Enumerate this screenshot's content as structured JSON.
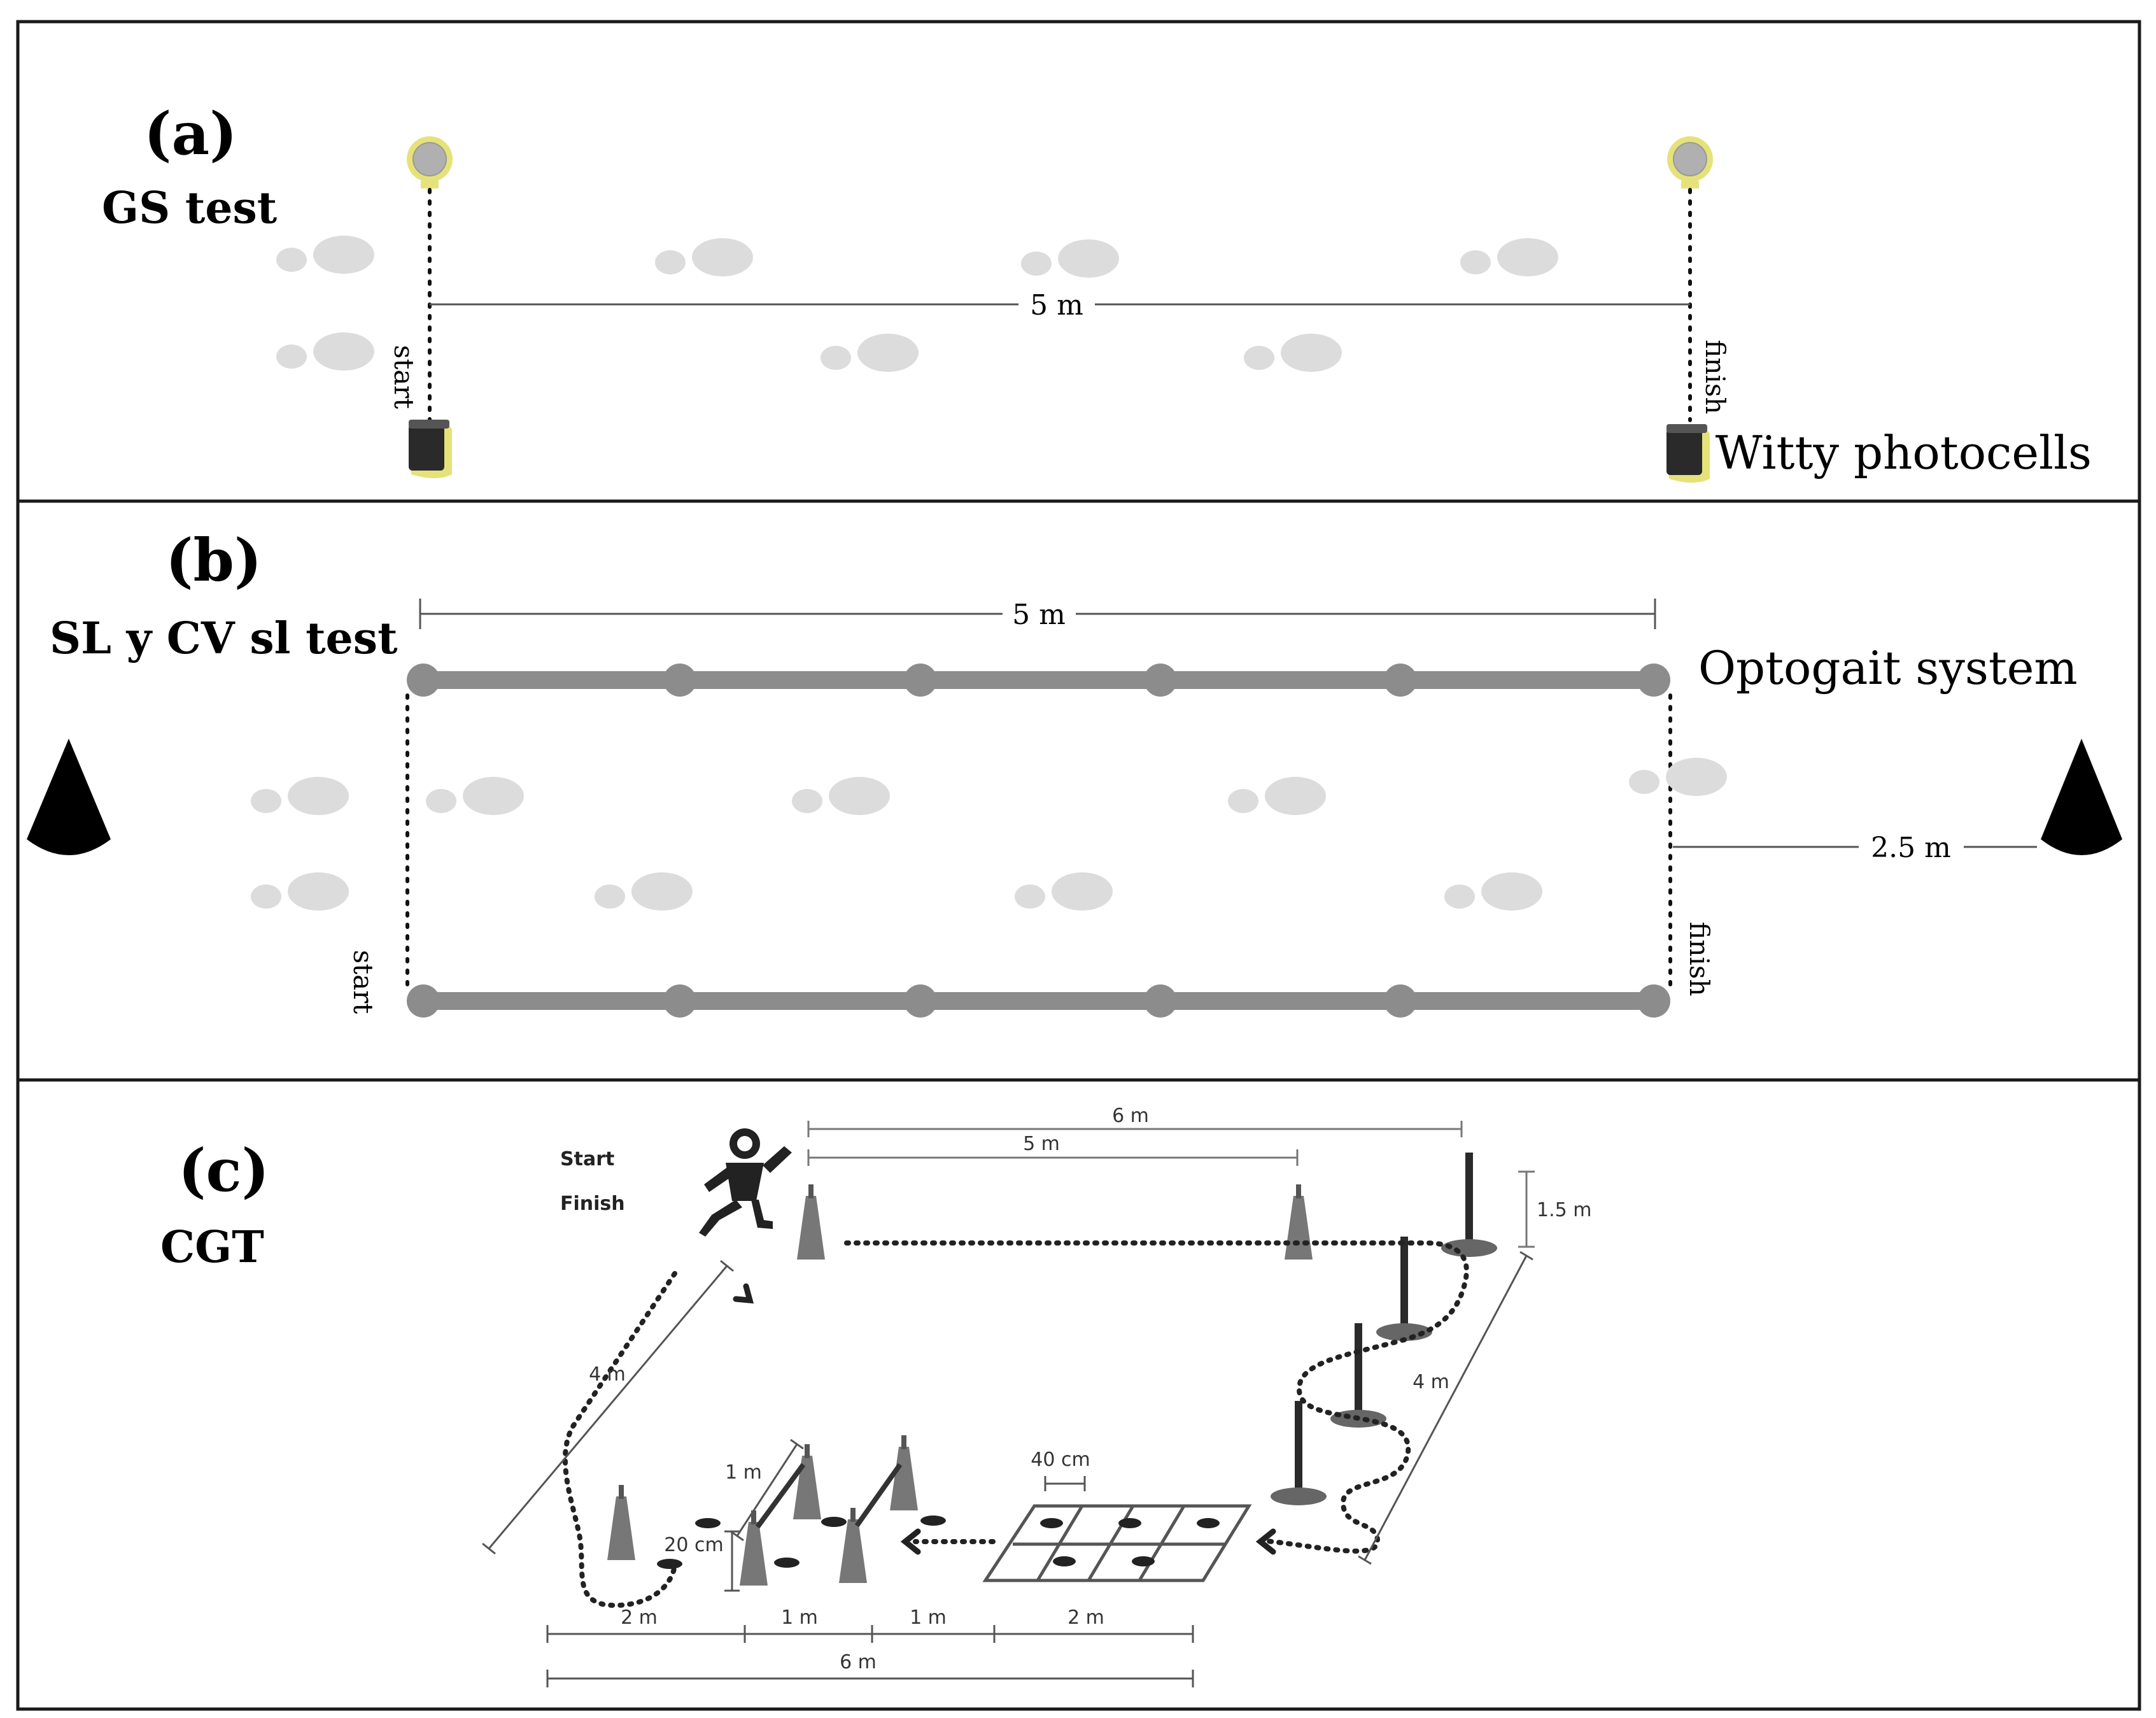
{
  "panel_a": {
    "letter": "(a)",
    "title": "GS test",
    "distance": "5 m",
    "start": "start",
    "finish": "finish",
    "device": "Witty photocells"
  },
  "panel_b": {
    "letter": "(b)",
    "title": "SL y CV sl test",
    "distance": "5 m",
    "device": "Optogait system",
    "cone_distance": "2.5 m",
    "start": "start",
    "finish": "finish"
  },
  "panel_c": {
    "letter": "(c)",
    "title": "CGT",
    "start": "Start",
    "finish": "Finish",
    "dim_top_6m": "6 m",
    "dim_top_5m": "5 m",
    "dim_height": "1.5 m",
    "dim_right_4m": "4 m",
    "dim_left_4m": "4 m",
    "dim_40cm": "40 cm",
    "dim_1m_hurdle": "1 m",
    "dim_20cm": "20 cm",
    "bottom_2m_left": "2 m",
    "bottom_1m_a": "1 m",
    "bottom_1m_b": "1 m",
    "bottom_2m_right": "2 m",
    "bottom_6m": "6 m"
  },
  "colors": {
    "frame": "#1a1a1a",
    "footprint": "#dcdcdc",
    "sensor_yellow": "#e6e27a",
    "bar_gray": "#8c8c8c",
    "cone_black": "#000000"
  }
}
